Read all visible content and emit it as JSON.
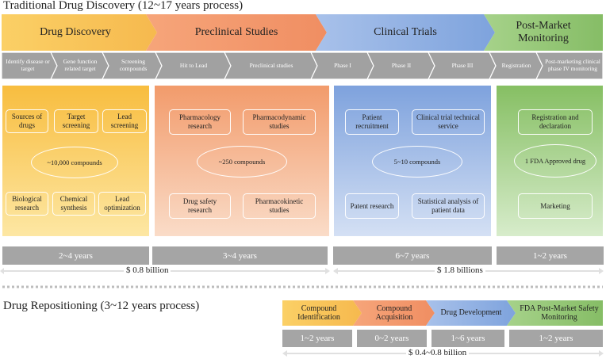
{
  "traditional": {
    "title": "Traditional Drug Discovery (12~17 years process)",
    "stages": [
      {
        "label": "Drug Discovery",
        "color": "#f9c35b"
      },
      {
        "label": "Preclinical Studies",
        "color": "#f39f74"
      },
      {
        "label": "Clinical Trials",
        "color": "#8fb0e3"
      },
      {
        "label": "Post-Market Monitoring",
        "color": "#94c776"
      }
    ],
    "steps": [
      "Identify disease or target",
      "Gene function related target",
      "Screening compounds",
      "Hit to Lead",
      "Preclinical studies",
      "Phase I",
      "Phase II",
      "Phase III",
      "Registration",
      "Post-marketing clinical phase IV monitoring"
    ],
    "panels": {
      "discovery": {
        "top": [
          "Sources of drugs",
          "Target screening",
          "Lead screening"
        ],
        "center": "~10,000 compounds",
        "bottom": [
          "Biological research",
          "Chemical synthesis",
          "Lead optimization"
        ]
      },
      "preclinical": {
        "top": [
          "Pharmacology research",
          "Pharmacodynamic studies"
        ],
        "center": "~250 compounds",
        "bottom": [
          "Drug safety research",
          "Pharmacokinetic studies"
        ]
      },
      "clinical": {
        "top": [
          "Patient recruitment",
          "Clinical trial technical service"
        ],
        "center": "5~10 compounds",
        "bottom": [
          "Patent research",
          "Statistical analysis of patient data"
        ]
      },
      "postmarket": {
        "top": [
          "Registration and declaration"
        ],
        "center": "1 FDA Approved drug",
        "bottom": [
          "Marketing"
        ]
      }
    },
    "durations": [
      "2~4 years",
      "3~4 years",
      "6~7 years",
      "1~2 years"
    ],
    "costs": [
      "$ 0.8 billion",
      "$ 1.8 billions"
    ]
  },
  "repositioning": {
    "title": "Drug Repositioning (3~12 years process)",
    "stages": [
      {
        "label": "Compound Identification",
        "color": "#f9c35b"
      },
      {
        "label": "Compound Acquisition",
        "color": "#f39f74"
      },
      {
        "label": "Drug Development",
        "color": "#8fb0e3"
      },
      {
        "label": "FDA Post-Market Safety Monitoring",
        "color": "#94c776"
      }
    ],
    "durations": [
      "1~2 years",
      "0~2 years",
      "1~6 years",
      "1~2 years"
    ],
    "cost": "$ 0.4~0.8 billion"
  }
}
